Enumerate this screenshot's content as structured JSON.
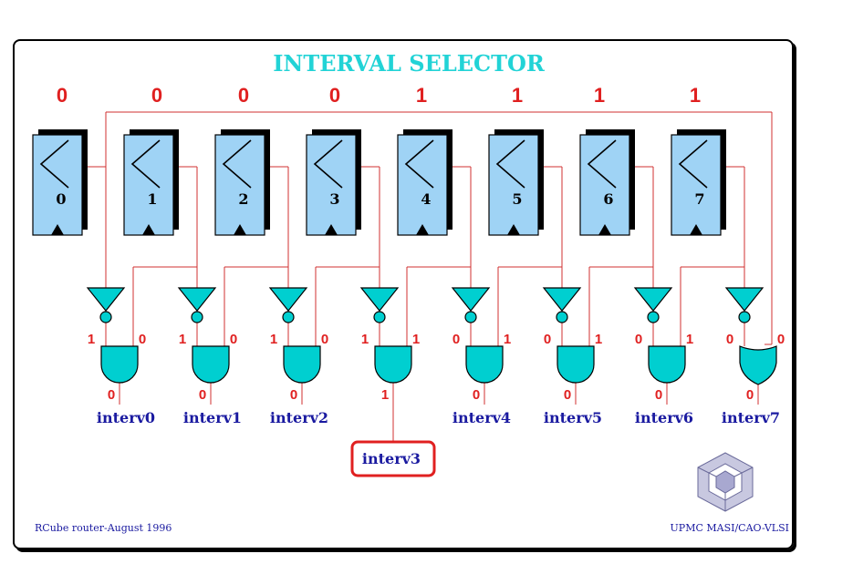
{
  "title": "INTERVAL SELECTOR",
  "top_bits": [
    "0",
    "0",
    "0",
    "0",
    "1",
    "1",
    "1",
    "1"
  ],
  "registers": [
    "0",
    "1",
    "2",
    "3",
    "4",
    "5",
    "6",
    "7"
  ],
  "gate_inputs": [
    {
      "left": "1",
      "right": "0"
    },
    {
      "left": "1",
      "right": "0"
    },
    {
      "left": "1",
      "right": "0"
    },
    {
      "left": "1",
      "right": "1"
    },
    {
      "left": "0",
      "right": "1"
    },
    {
      "left": "0",
      "right": "1"
    },
    {
      "left": "0",
      "right": "1"
    },
    {
      "left": "0",
      "right": "0"
    }
  ],
  "gate_outputs": [
    "0",
    "0",
    "0",
    "1",
    "0",
    "0",
    "0",
    "0"
  ],
  "signals": [
    "interv0",
    "interv1",
    "interv2",
    "interv3",
    "interv4",
    "interv5",
    "interv6",
    "interv7"
  ],
  "selected_signal": "interv3",
  "footer_left": "RCube router-August 1996",
  "footer_right": "UPMC MASI/CAO-VLSI",
  "colors": {
    "wire": "#d03030",
    "gate": "#00cfd0",
    "comparator": "#9fd3f5",
    "title": "#22d3d6",
    "signal_text": "#1a1aa0",
    "bits": "#e02020"
  },
  "icons": {
    "logo": "wireframe-cube-logo-icon"
  }
}
